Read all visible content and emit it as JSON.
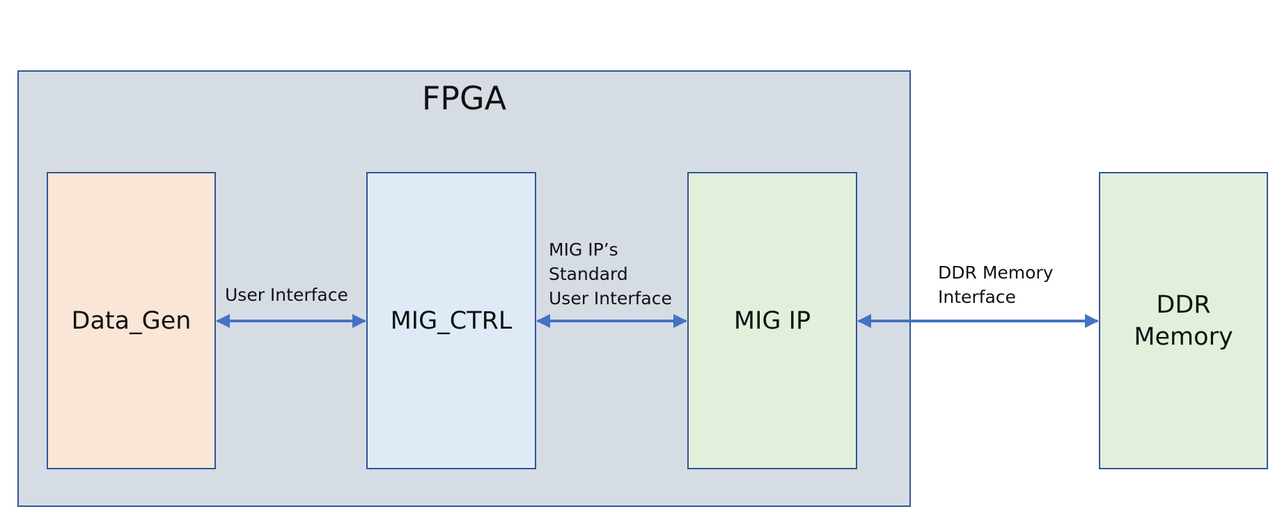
{
  "diagram": {
    "container": {
      "title": "FPGA"
    },
    "blocks": [
      {
        "id": "data-gen",
        "label": "Data_Gen"
      },
      {
        "id": "mig-ctrl",
        "label": "MIG_CTRL"
      },
      {
        "id": "mig-ip",
        "label": "MIG IP"
      },
      {
        "id": "ddr-memory",
        "label_lines": [
          "DDR",
          "Memory"
        ]
      }
    ],
    "connections": [
      {
        "from": "Data_Gen",
        "to": "MIG_CTRL",
        "direction": "bidirectional",
        "label_lines": [
          "User Interface"
        ]
      },
      {
        "from": "MIG_CTRL",
        "to": "MIG IP",
        "direction": "bidirectional",
        "label_lines": [
          "MIG IP’s",
          "Standard",
          "User Interface"
        ]
      },
      {
        "from": "MIG IP",
        "to": "DDR Memory",
        "direction": "bidirectional",
        "label_lines": [
          "DDR Memory",
          "Interface"
        ]
      }
    ],
    "colors": {
      "border": "#2f5597",
      "arrow": "#4472c4",
      "fpga_fill": "#d6dce4",
      "data_gen_fill": "#fbe5d6",
      "mig_ctrl_fill": "#deebf7",
      "mig_ip_fill": "#e2efda",
      "ddr_fill": "#e2efda"
    }
  }
}
